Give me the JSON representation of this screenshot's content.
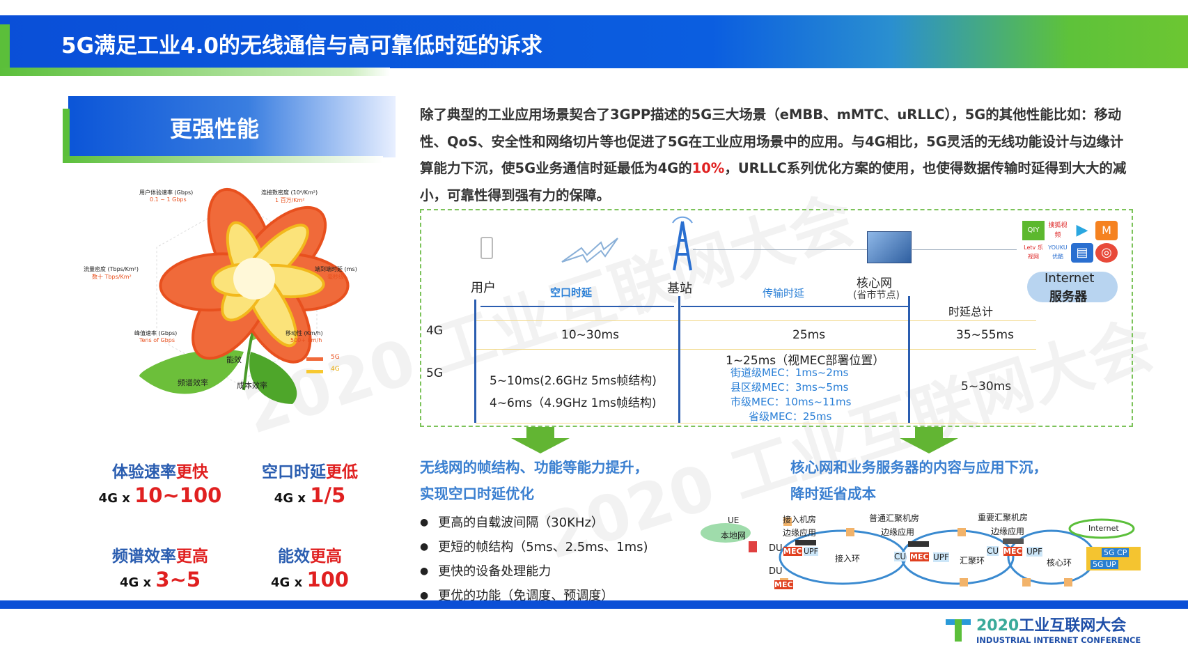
{
  "title": "5G满足工业4.0的无线通信与高可靠低时延的诉求",
  "left": {
    "section_title": "更强性能",
    "radar": {
      "axes": [
        {
          "label": "用户体验速率 (Gbps)",
          "value": "0.1 ~ 1 Gbps"
        },
        {
          "label": "连接数密度 (10⁶/Km²)",
          "value": "1 百万/Km²"
        },
        {
          "label": "端到端时延 (ms)",
          "value": "毫秒级"
        },
        {
          "label": "移动性 (Km/h)",
          "value": "500+ Km/h"
        },
        {
          "label": "峰值速率 (Gbps)",
          "value": "Tens of Gbps"
        },
        {
          "label": "流量密度 (Tbps/Km²)",
          "value": "数十 Tbps/Km²"
        }
      ],
      "leaf_labels": [
        "能效",
        "频谱效率",
        "成本效率"
      ],
      "legend": [
        "5G",
        "4G"
      ],
      "colors": {
        "5g": "#f06a3a",
        "4g": "#f7d33a"
      }
    },
    "metrics": [
      {
        "name": "体验速率",
        "emph": "更快",
        "prefix": "4G x ",
        "value": "10~100"
      },
      {
        "name": "空口时延",
        "emph": "更低",
        "prefix": "4G x ",
        "value": "1/5"
      },
      {
        "name": "频谱效率",
        "emph": "更高",
        "prefix": "4G x ",
        "value": "3~5"
      },
      {
        "name": "能效",
        "emph": "更高",
        "prefix": "4G x ",
        "value": "100"
      }
    ]
  },
  "paragraph": {
    "part1": "除了典型的工业应用场景契合了3GPP描述的5G三大场景（eMBB、mMTC、uRLLC），5G的其他性能比如：移动性、QoS、安全性和网络切片等也促进了5G在工业应用场景中的应用。与4G相比，5G灵活的无线功能设计与边缘计算能力下沉，使5G业务通信时延最低为4G的",
    "highlight": "10%",
    "part2": "，URLLC系列优化方案的使用，也使得数据传输时延得到大大的减小，可靠性得到强有力的保障。"
  },
  "latency": {
    "nodes": {
      "user": "用户",
      "bs": "基站",
      "core": "核心网",
      "core_sub": "(省市节点)",
      "internet": "Internet",
      "server": "服务器"
    },
    "segments": {
      "air": "空口时延",
      "trans": "传输时延",
      "total": "时延总计"
    },
    "rows": [
      {
        "gen": "4G",
        "air": "10~30ms",
        "trans": "25ms",
        "total": "35~55ms"
      },
      {
        "gen": "5G",
        "air": [
          "5~10ms(2.6GHz 5ms帧结构)",
          "4~6ms（4.9GHz 1ms帧结构)"
        ],
        "trans": "1~25ms（视MEC部署位置）",
        "trans_detail": [
          "街道级MEC：1ms~2ms",
          "县区级MEC：3ms~5ms",
          "市级MEC：10ms~11ms",
          "省级MEC：25ms"
        ],
        "total": "5~30ms"
      }
    ],
    "app_icons": [
      "QIY",
      "搜狐视频",
      "▶",
      "M",
      "Letv 乐视网",
      "YOUKU 优酷",
      "▤",
      "◎"
    ]
  },
  "bottom_left": {
    "heading": [
      "无线网的帧结构、功能等能力提升，",
      "实现空口时延优化"
    ],
    "bullets": [
      "更高的自载波间隔（30KHz）",
      "更短的帧结构（5ms、2.5ms、1ms)",
      "更快的设备处理能力",
      "更优的功能（免调度、预调度）"
    ]
  },
  "bottom_right": {
    "heading": [
      "核心网和业务服务器的内容与应用下沉，",
      "降时延省成本"
    ],
    "diagram": {
      "ue": "UE",
      "local": "本地网",
      "rooms": [
        "接入机房",
        "普通汇聚机房",
        "重要汇聚机房"
      ],
      "edge": "边缘应用",
      "rings": [
        "接入环",
        "汇聚环",
        "核心环"
      ],
      "internet": "Internet",
      "boxes": [
        "DU",
        "CU",
        "MEC",
        "UPF",
        "5G CP",
        "5G UP"
      ]
    }
  },
  "logo": {
    "year": "2020",
    "name": "工业互联网大会",
    "en": "INDUSTRIAL INTERNET CONFERENCE"
  },
  "watermark": "2020 工业互联网大会 INDUSTRIAL INTERNET CONFERENCE"
}
